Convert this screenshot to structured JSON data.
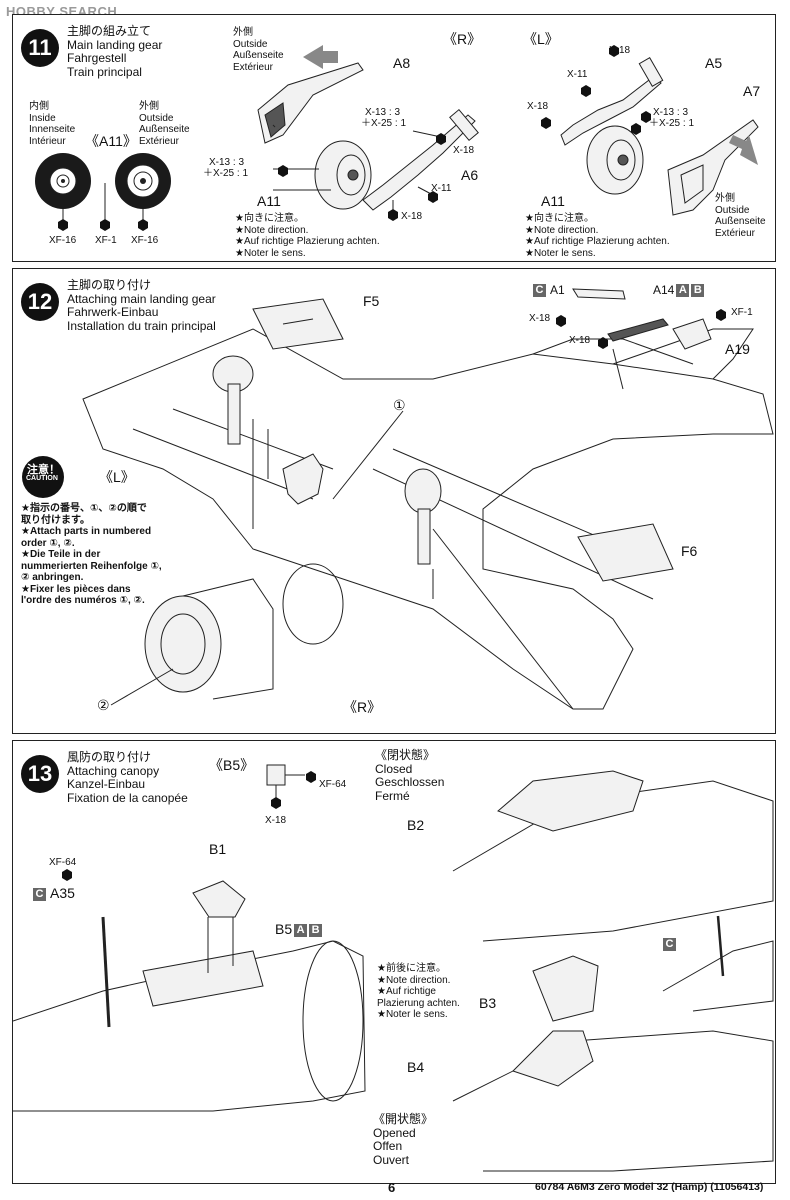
{
  "watermark": "HOBBY SEARCH",
  "step11": {
    "number": "11",
    "title": [
      "主脚の組み立て",
      "Main landing gear",
      "Fahrgestell",
      "Train principal"
    ],
    "inside": [
      "内側",
      "Inside",
      "Innenseite",
      "Intérieur"
    ],
    "outside_left": [
      "外側",
      "Outside",
      "Außenseite",
      "Extérieur"
    ],
    "a11_title": "《A11》",
    "wheel_labels": [
      "XF-16",
      "XF-1",
      "XF-16"
    ],
    "right_tag": "《R》",
    "left_tag": "《L》",
    "outside_r": [
      "外側",
      "Outside",
      "Außenseite",
      "Extérieur"
    ],
    "outside_l": [
      "外側",
      "Outside",
      "Außenseite",
      "Extérieur"
    ],
    "parts_r": {
      "a8": "A8",
      "a6": "A6",
      "a11": "A11",
      "x13": "X-13 : 3",
      "x25": "＋X-25 : 1",
      "x18a": "X-18",
      "x11": "X-11",
      "x18b": "X-18",
      "x13b": "X-13 : 3",
      "x25b": "＋X-25 : 1"
    },
    "parts_l": {
      "x18a": "X-18",
      "a5": "A5",
      "x11": "X-11",
      "x18b": "X-18",
      "a7": "A7",
      "x13": "X-13 : 3",
      "x25": "＋X-25 : 1",
      "a11": "A11"
    },
    "note_r": [
      "★向きに注意。",
      "★Note direction.",
      "★Auf richtige Plazierung achten.",
      "★Noter le sens."
    ],
    "note_l": [
      "★向きに注意。",
      "★Note direction.",
      "★Auf richtige Plazierung achten.",
      "★Noter le sens."
    ]
  },
  "step12": {
    "number": "12",
    "title": [
      "主脚の取り付け",
      "Attaching main landing gear",
      "Fahrwerk-Einbau",
      "Installation du train principal"
    ],
    "f5": "F5",
    "f6": "F6",
    "a1": "A1",
    "a1_badge": "C",
    "a14": "A14",
    "a14_badges": [
      "A",
      "B"
    ],
    "a19": "A19",
    "x18a": "X-18",
    "x18b": "X-18",
    "xf1": "XF-1",
    "circ1": "①",
    "circ2": "②",
    "left_tag": "《L》",
    "right_tag": "《R》",
    "caution_jp": "注意！",
    "caution_en": "CAUTION",
    "caution_text": [
      "★指示の番号、①、②の順で",
      "取り付けます。",
      "★Attach parts in numbered",
      "order ①, ②.",
      "★Die Teile in der",
      "nummerierten Reihenfolge ①,",
      "② anbringen.",
      "★Fixer les pièces dans",
      "l'ordre des numéros ①, ②."
    ]
  },
  "step13": {
    "number": "13",
    "title": [
      "風防の取り付け",
      "Attaching canopy",
      "Kanzel-Einbau",
      "Fixation de la canopée"
    ],
    "b5_tag": "《B5》",
    "xf64a": "XF-64",
    "x18": "X-18",
    "closed": [
      "《閉状態》",
      "Closed",
      "Geschlossen",
      "Fermé"
    ],
    "b1": "B1",
    "b2": "B2",
    "b3": "B3",
    "b4": "B4",
    "b5": "B5",
    "b5_badges": [
      "A",
      "B"
    ],
    "xf64b": "XF-64",
    "a35": "A35",
    "a35_badge": "C",
    "c_badge": "C",
    "note": [
      "★前後に注意。",
      "★Note direction.",
      "★Auf richtige",
      "Plazierung achten.",
      "★Noter le sens."
    ],
    "opened": [
      "《開状態》",
      "Opened",
      "Offen",
      "Ouvert"
    ]
  },
  "footer": {
    "page": "6",
    "code": "60784  A6M3 Zero Model 32 (Hamp) (11056413)"
  }
}
